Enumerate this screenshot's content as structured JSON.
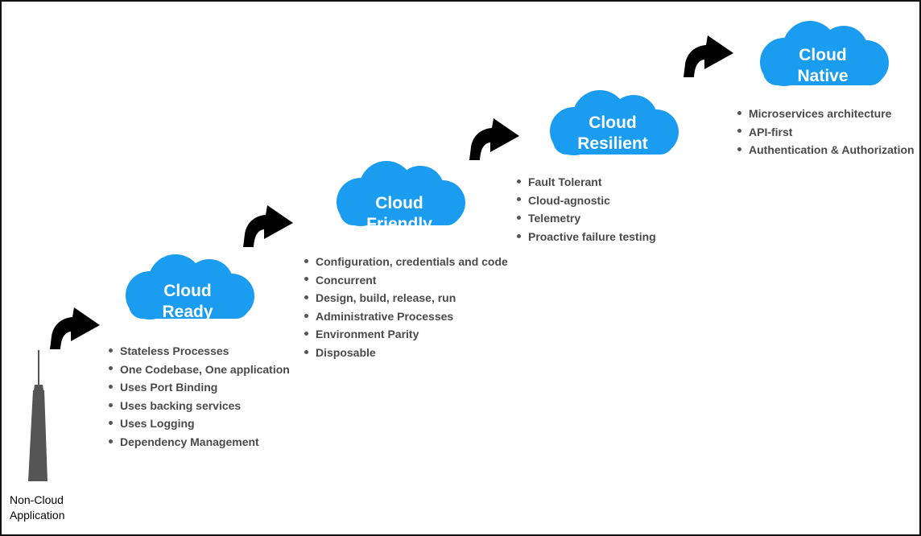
{
  "diagram": {
    "origin": {
      "label_line1": "Non-Cloud",
      "label_line2": "Application"
    },
    "stages": [
      {
        "title_line1": "Cloud",
        "title_line2": "Ready",
        "items": [
          "Stateless Processes",
          "One Codebase, One application",
          "Uses Port Binding",
          "Uses backing services",
          "Uses Logging",
          "Dependency Management"
        ]
      },
      {
        "title_line1": "Cloud",
        "title_line2": "Friendly",
        "items": [
          "Configuration, credentials and code",
          "Concurrent",
          "Design, build, release, run",
          "Administrative Processes",
          "Environment Parity",
          "Disposable"
        ]
      },
      {
        "title_line1": "Cloud",
        "title_line2": "Resilient",
        "items": [
          "Fault Tolerant",
          "Cloud-agnostic",
          "Telemetry",
          "Proactive failure testing"
        ]
      },
      {
        "title_line1": "Cloud",
        "title_line2": "Native",
        "items": [
          "Microservices architecture",
          "API-first",
          "Authentication & Authorization"
        ]
      }
    ],
    "colors": {
      "cloud": "#1a9cf0",
      "arrow": "#000000",
      "text": "#4a4a4a",
      "tower": "#555555"
    }
  }
}
